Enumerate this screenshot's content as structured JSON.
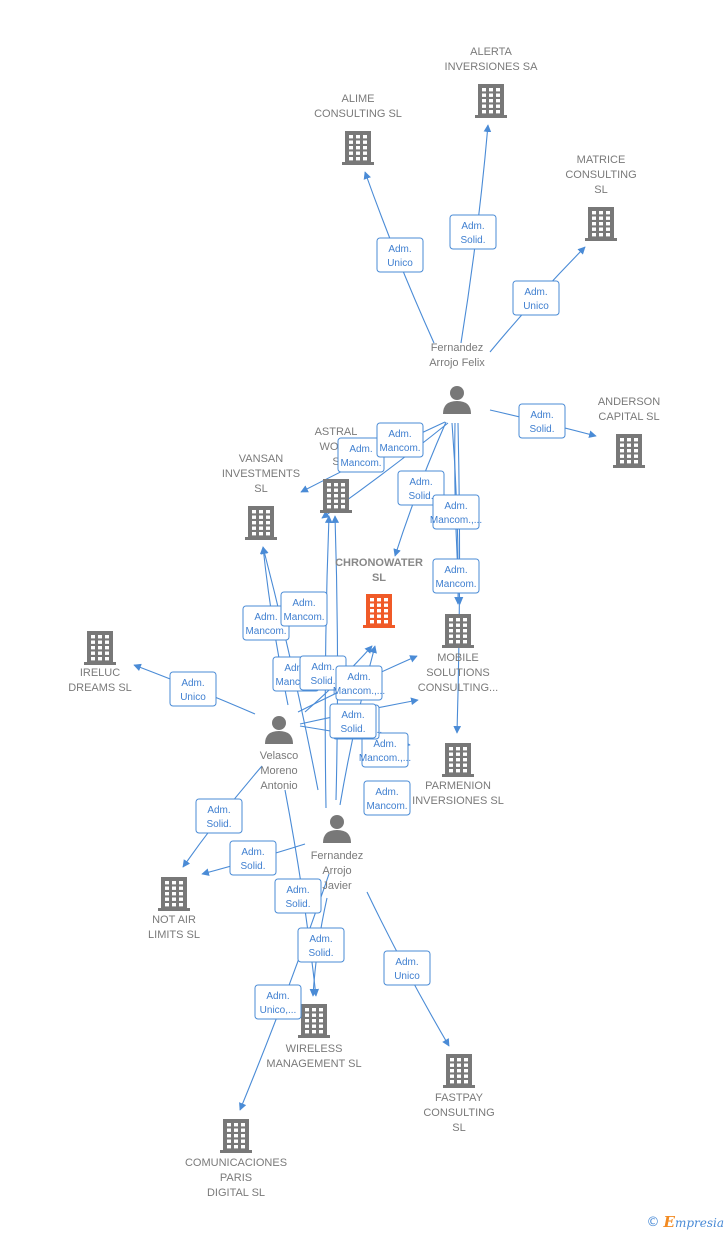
{
  "colors": {
    "company": "#787878",
    "focus": "#f05a28",
    "person": "#787878",
    "edge": "#4a8bd6"
  },
  "footer": {
    "copyright": "©",
    "brand_initial": "E",
    "brand_rest": "mpresia"
  },
  "nodes": [
    {
      "id": "alerta",
      "kind": "company",
      "lines": [
        "ALERTA",
        "INVERSIONES SA"
      ]
    },
    {
      "id": "alime",
      "kind": "company",
      "lines": [
        "ALIME",
        "CONSULTING SL"
      ]
    },
    {
      "id": "matrice",
      "kind": "company",
      "lines": [
        "MATRICE",
        "CONSULTING",
        "SL"
      ]
    },
    {
      "id": "anderson",
      "kind": "company",
      "lines": [
        "ANDERSON",
        "CAPITAL SL"
      ]
    },
    {
      "id": "felix",
      "kind": "person",
      "lines": [
        "Fernandez",
        "Arrojo Felix"
      ]
    },
    {
      "id": "astral",
      "kind": "company",
      "lines": [
        "ASTRAL",
        "WORL",
        "S"
      ]
    },
    {
      "id": "vansan",
      "kind": "company",
      "lines": [
        "VANSAN",
        "INVESTMENTS",
        "SL"
      ]
    },
    {
      "id": "chronowater",
      "kind": "focus",
      "lines": [
        "CHRONOWATER",
        "SL"
      ]
    },
    {
      "id": "mobile",
      "kind": "company",
      "lines": [
        "MOBILE",
        "SOLUTIONS",
        "CONSULTING..."
      ]
    },
    {
      "id": "ireluc",
      "kind": "company",
      "lines": [
        "IRELUC",
        "DREAMS  SL"
      ]
    },
    {
      "id": "velasco",
      "kind": "person",
      "lines": [
        "Velasco",
        "Moreno",
        "Antonio"
      ]
    },
    {
      "id": "parmenion",
      "kind": "company",
      "lines": [
        "PARMENION",
        "INVERSIONES SL"
      ]
    },
    {
      "id": "javier",
      "kind": "person",
      "lines": [
        "Fernandez",
        "Arrojo",
        "Javier"
      ]
    },
    {
      "id": "notair",
      "kind": "company",
      "lines": [
        "NOT AIR",
        "LIMITS  SL"
      ]
    },
    {
      "id": "wireless",
      "kind": "company",
      "lines": [
        "WIRELESS",
        "MANAGEMENT SL"
      ]
    },
    {
      "id": "fastpay",
      "kind": "company",
      "lines": [
        "FASTPAY",
        "CONSULTING",
        "SL"
      ]
    },
    {
      "id": "comunicaciones",
      "kind": "company",
      "lines": [
        "COMUNICACIONES",
        "PARIS",
        "DIGITAL SL"
      ]
    }
  ],
  "edges": [
    {
      "label": [
        "Adm.",
        "Unico"
      ]
    },
    {
      "label": [
        "Adm.",
        "Solid."
      ]
    },
    {
      "label": [
        "Adm.",
        "Unico"
      ]
    },
    {
      "label": [
        "Adm.",
        "Solid."
      ]
    },
    {
      "label": [
        "Adm.",
        "Mancom."
      ]
    },
    {
      "label": [
        "Adm.",
        "Mancom."
      ]
    },
    {
      "label": [
        "Adm.",
        "Solid."
      ]
    },
    {
      "label": [
        "Adm.",
        "Mancom.,..."
      ]
    },
    {
      "label": [
        "Adm.",
        "Mancom."
      ]
    },
    {
      "label": [
        "Adm.",
        "Mancom."
      ]
    },
    {
      "label": [
        "Adm.",
        "Mancom."
      ]
    },
    {
      "label": [
        "Adm.",
        "Unico"
      ]
    },
    {
      "label": [
        "Adm.",
        "Mancom."
      ]
    },
    {
      "label": [
        "Adm.",
        "Solid."
      ]
    },
    {
      "label": [
        "Adm.",
        "Mancom.,..."
      ]
    },
    {
      "label": [
        "Adm.",
        "Mancom.,..."
      ]
    },
    {
      "label": [
        "Adm.",
        "Solid."
      ]
    },
    {
      "label": [
        "Adm.",
        "Mancom.,..."
      ]
    },
    {
      "label": [
        "Adm.",
        "Mancom."
      ]
    },
    {
      "label": [
        "Adm.",
        "Solid."
      ]
    },
    {
      "label": [
        "Adm.",
        "Solid."
      ]
    },
    {
      "label": [
        "Adm.",
        "Solid."
      ]
    },
    {
      "label": [
        "Adm.",
        "Solid."
      ]
    },
    {
      "label": [
        "Adm.",
        "Unico,..."
      ]
    },
    {
      "label": [
        "Adm.",
        "Unico"
      ]
    }
  ]
}
